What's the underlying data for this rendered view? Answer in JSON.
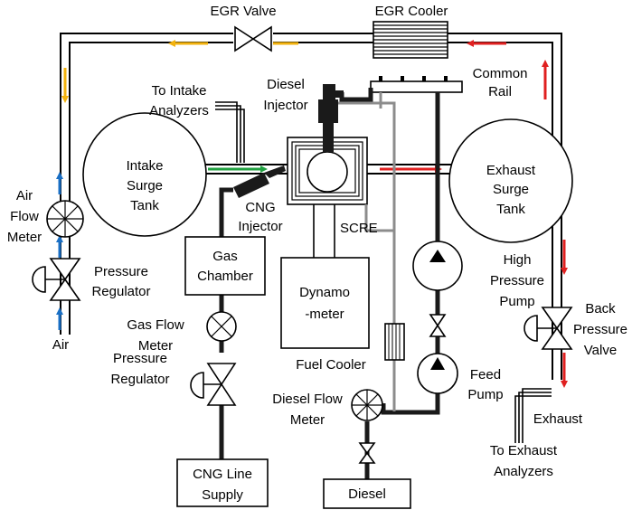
{
  "labels": {
    "egr_valve": "EGR Valve",
    "egr_cooler": "EGR Cooler",
    "common_rail_1": "Common",
    "common_rail_2": "Rail",
    "diesel_injector_1": "Diesel",
    "diesel_injector_2": "Injector",
    "intake_analyzers_1": "To Intake",
    "intake_analyzers_2": "Analyzers",
    "intake_tank_1": "Intake",
    "intake_tank_2": "Surge",
    "intake_tank_3": "Tank",
    "exhaust_tank_1": "Exhaust",
    "exhaust_tank_2": "Surge",
    "exhaust_tank_3": "Tank",
    "air_flow_1": "Air",
    "air_flow_2": "Flow",
    "air_flow_3": "Meter",
    "cng_injector_1": "CNG",
    "cng_injector_2": "Injector",
    "scre": "SCRE",
    "pressure_regulator_air_1": "Pressure",
    "pressure_regulator_air_2": "Regulator",
    "air": "Air",
    "gas_chamber_1": "Gas",
    "gas_chamber_2": "Chamber",
    "dynamometer_1": "Dynamo",
    "dynamometer_2": "-meter",
    "hp_pump_1": "High",
    "hp_pump_2": "Pressure",
    "hp_pump_3": "Pump",
    "back_pressure_1": "Back",
    "back_pressure_2": "Pressure",
    "back_pressure_3": "Valve",
    "gas_flow_1": "Gas Flow",
    "gas_flow_2": "Meter",
    "fuel_cooler": "Fuel Cooler",
    "pressure_regulator_gas_1": "Pressure",
    "pressure_regulator_gas_2": "Regulator",
    "feed_pump_1": "Feed",
    "feed_pump_2": "Pump",
    "diesel_flow_1": "Diesel Flow",
    "diesel_flow_2": "Meter",
    "exhaust": "Exhaust",
    "exhaust_analyzers_1": "To Exhaust",
    "exhaust_analyzers_2": "Analyzers",
    "cng_supply_1": "CNG Line",
    "cng_supply_2": "Supply",
    "diesel_tank": "Diesel"
  },
  "colors": {
    "egr_flow": "#f2b20e",
    "exhaust_flow": "#e02020",
    "intake_flow": "#20a040",
    "air_flow": "#1a6fc4",
    "fuel_line": "#1a1a1a",
    "return_line": "#8c8c8c"
  }
}
